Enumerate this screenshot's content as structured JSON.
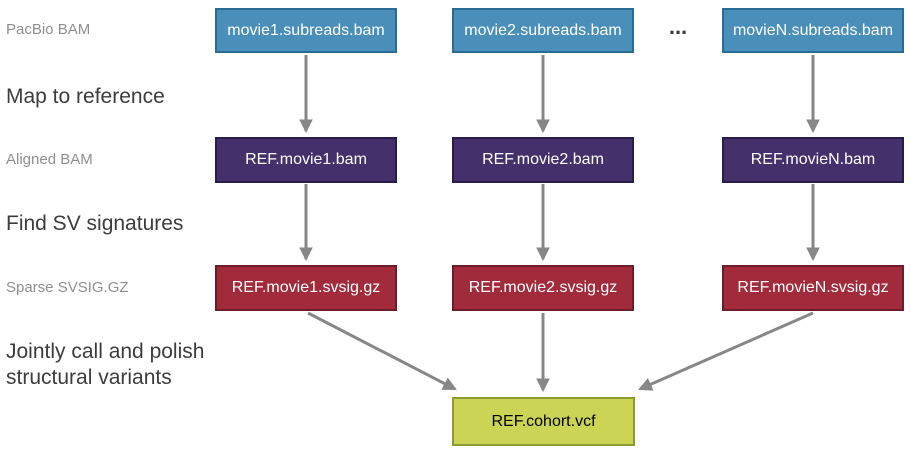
{
  "labels": {
    "pacbio_bam": "PacBio BAM",
    "map_to_reference": "Map to reference",
    "aligned_bam": "Aligned BAM",
    "find_sv_signatures": "Find SV signatures",
    "sparse_svsig": "Sparse SVSIG.GZ",
    "jointly_call_line1": "Jointly call and polish",
    "jointly_call_line2": "structural variants"
  },
  "nodes": {
    "subreads": [
      "movie1.subreads.bam",
      "movie2.subreads.bam",
      "movieN.subreads.bam"
    ],
    "aligned": [
      "REF.movie1.bam",
      "REF.movie2.bam",
      "REF.movieN.bam"
    ],
    "svsig": [
      "REF.movie1.svsig.gz",
      "REF.movie2.svsig.gz",
      "REF.movieN.svsig.gz"
    ],
    "output": "REF.cohort.vcf",
    "ellipsis": "..."
  },
  "colors": {
    "subreads_fill": "#4a8fba",
    "subreads_border": "#2a6b93",
    "aligned_fill": "#44306a",
    "aligned_border": "#2a1c4a",
    "svsig_fill": "#a12a3b",
    "svsig_border": "#6d1d29",
    "output_fill": "#cbd455",
    "output_border": "#8c9c33",
    "arrow": "#878787",
    "stage_label_gray": "#8f8f8f",
    "stage_label_dark": "#3c3c3c"
  }
}
